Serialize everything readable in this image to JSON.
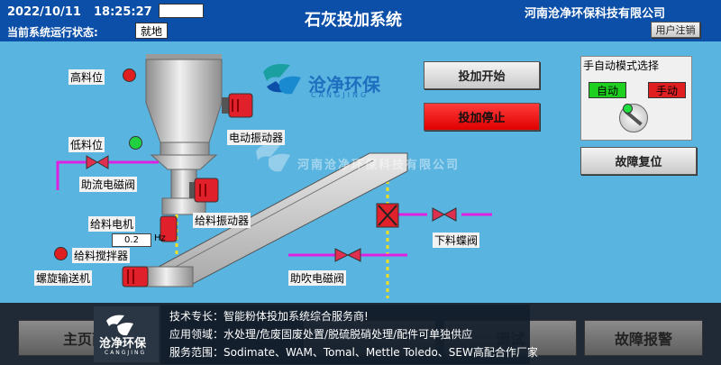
{
  "header": {
    "date": "2022/10/11",
    "time": "18:25:27",
    "status_label": "当前系统运行状态:",
    "status_value": "就地",
    "title": "石灰投加系统",
    "company": "河南沧净环保科技有限公司",
    "logout": "用户注销"
  },
  "logo": {
    "brand": "沧净环保",
    "brand_en": "CANGJING",
    "watermark": "河南沧净环保科技有限公司"
  },
  "buttons": {
    "start": "投加开始",
    "stop": "投加停止",
    "fault_reset": "故障复位"
  },
  "mode_panel": {
    "title": "手自动模式选择",
    "auto": "自动",
    "manual": "手动"
  },
  "labels": {
    "high_level": "高料位",
    "low_level": "低料位",
    "electric_vibrator": "电动振动器",
    "assist_valve": "助流电磁阀",
    "feed_motor": "给料电机",
    "feed_vibrator": "给料振动器",
    "feed_stirrer": "给料搅拌器",
    "screw_conveyor": "螺旋输送机",
    "blow_valve": "助吹电磁阀",
    "discharge_valve": "下料蝶阀"
  },
  "motor_readout": {
    "value": "0.2",
    "unit": "Hz"
  },
  "colors": {
    "header": "#0b4fa8",
    "background": "#5ab4e0",
    "motor": "#e0202a",
    "pipe": "#e020e0",
    "lamp_red": "#e02020",
    "lamp_green": "#20d040"
  },
  "footer": {
    "nav": [
      "主页面",
      "",
      "调试",
      "故障报警"
    ],
    "lines": [
      "技术专长：智能粉体投加系统综合服务商!",
      "应用领域：水处理/危废固废处置/脱硫脱硝处理/配件可单独供应",
      "服务范围：Sodimate、WAM、Tomal、Mettle Toledo、SEW高配合作厂家"
    ]
  }
}
